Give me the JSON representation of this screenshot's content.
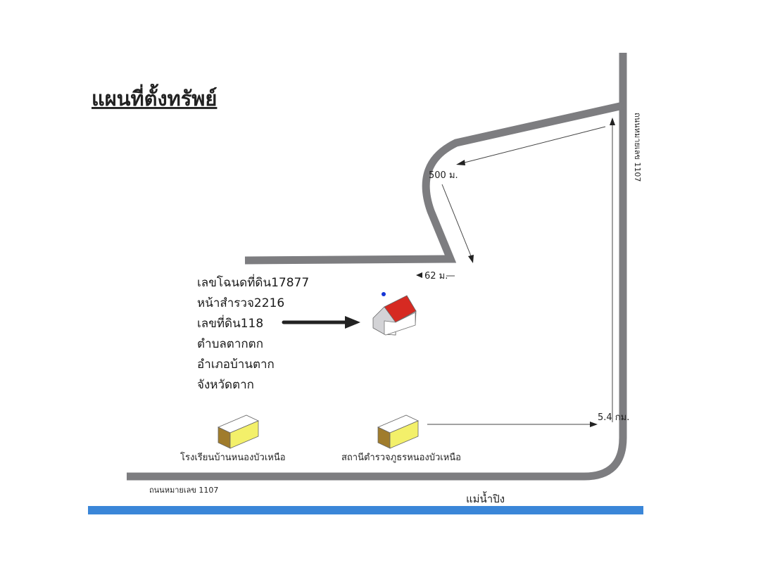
{
  "title": "แผนที่ตั้งทรัพย์",
  "property_info": [
    "เลขโฉนดที่ดิน17877",
    "หน้าสำรวจ2216",
    "เลขที่ดิน118",
    "ตำบลตากตก",
    "อำเภอบ้านตาก",
    "จังหวัดตาก"
  ],
  "distances": {
    "curve_road": "500 ม.",
    "side_road": "62 ม.",
    "main_road": "5.4 กม."
  },
  "landmarks": {
    "school": "โรงเรียนบ้านหนองบัวเหนือ",
    "police": "สถานีตำรวจภูธรหนองบัวเหนือ"
  },
  "roads": {
    "bottom_road": "ถนนหมายเลข 1107",
    "right_road": "ถนนหมายเลข 1107"
  },
  "river": "แม่น้ำปิง",
  "colors": {
    "road": "#7d7d80",
    "river": "#3a86d8",
    "roof": "#d62a22",
    "box_top": "#ffffff",
    "box_front": "#f3f06a",
    "box_side": "#a07c2c"
  }
}
